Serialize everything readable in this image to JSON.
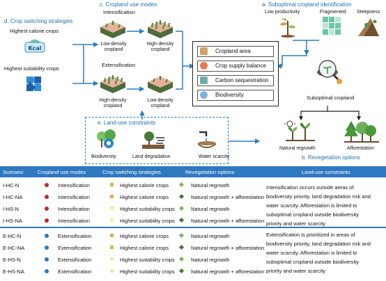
{
  "sections": {
    "d": "d. Crop switching strategies",
    "c": "c. Cropland use modes",
    "a": "a. Suboptimal cropland identification",
    "e": "e. Land-use constraints",
    "b": "b. Revegetation options"
  },
  "crop_switching": {
    "calorie": "Highest calorie crops",
    "kcal_icon": "Kcal",
    "suitability": "Highest suitability crops"
  },
  "cropland_modes": {
    "intensification": "Intensification",
    "low_density_1a": "Low-density",
    "low_density_1b": "cropland",
    "high_density_1a": "High-density",
    "high_density_1b": "cropland",
    "extensification": "Extensification",
    "high_density_2a": "High-density",
    "high_density_2b": "cropland",
    "low_density_2a": "Low-density",
    "low_density_2b": "cropland"
  },
  "outcomes": [
    "Cropland area",
    "Crop supply balance",
    "Carbon sequestration",
    "Biodiversity"
  ],
  "identification": {
    "low_productivity": "Low productivity",
    "fragmented": "Fragmented",
    "steepness": "Steepness",
    "suboptimal": "Suboptimal cropland"
  },
  "constraints": {
    "biodiversity": "Biodiversity",
    "land_degradation": "Land degradation",
    "water_scarcity": "Water scarcity"
  },
  "revegetation": {
    "natural_regrowth": "Natural regrowth",
    "afforestation": "Afforestation"
  },
  "table": {
    "headers": [
      "Scenario",
      "Cropland use modes",
      "Crop switching strategies",
      "Revegetation options",
      "Land-use constraints"
    ],
    "rows": [
      {
        "scenario": "I-HC-N",
        "mode": "Intensification",
        "strategy": "Highest calorie crops",
        "option": "Natural regrowth"
      },
      {
        "scenario": "I-HC-NA",
        "mode": "Intensification",
        "strategy": "Highest calorie crops",
        "option": "Natural regrowth + afforestation"
      },
      {
        "scenario": "I-HS-N",
        "mode": "Intensification",
        "strategy": "Highest suitability crops",
        "option": "Natural regrowth"
      },
      {
        "scenario": "I-HS-NA",
        "mode": "Intensification",
        "strategy": "Highest suitability crops",
        "option": "Natural regrowth + afforestation"
      },
      {
        "scenario": "E-HC-N",
        "mode": "Extensification",
        "strategy": "Highest calorie crops",
        "option": "Natural regrowth"
      },
      {
        "scenario": "E-HC-NA",
        "mode": "Extensification",
        "strategy": "Highest calorie crops",
        "option": "Natural regrowth + afforestation"
      },
      {
        "scenario": "E-HS-N",
        "mode": "Extensification",
        "strategy": "Highest suitability crops",
        "option": "Natural regrowth"
      },
      {
        "scenario": "E-HS-NA",
        "mode": "Extensification",
        "strategy": "Highest suitability crops",
        "option": "Natural regrowth + afforestation"
      }
    ],
    "constraint_i": [
      "Intensification occurs outside areas of",
      "biodiversity priority, land degradation risk and",
      "water scarcity. Afforestation is limited to",
      "suboptimal cropland outside biodiversity",
      "priority and water scarcity"
    ],
    "constraint_e": [
      "Extensification is prioritized in areas of",
      "biodiversity priority, land degradation risk and",
      "water scarcity. Afforestation is limited to",
      "suboptimal cropland outside biodiversity",
      "priority and water scarcity"
    ]
  },
  "colors": {
    "accent": "#1f6fb2",
    "header": "#2e78c1",
    "intensification_dot": "#c0282d",
    "extensification_dot": "#2e78c1",
    "calorie_sq": "#e8a84a",
    "suitability_sq": "#f3e9a8",
    "natural_dia": "#7ab85c",
    "afforest_dia": "#3c7a33"
  }
}
